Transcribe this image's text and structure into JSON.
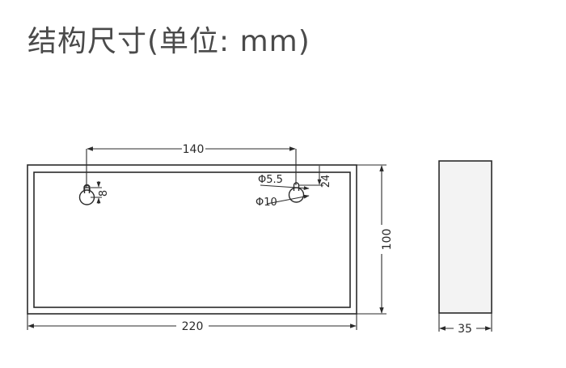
{
  "title": "结构尺寸(单位: mm)",
  "dimensions": {
    "hole_spacing": "140",
    "hole_slot_length": "8",
    "small_diameter": "Φ5.5",
    "large_diameter": "Φ10",
    "top_offset": "24",
    "height": "100",
    "width": "220",
    "depth": "35"
  },
  "colors": {
    "line": "#2a2a2a",
    "side_fill": "#f3f3f3",
    "title": "#4a4a4a"
  }
}
